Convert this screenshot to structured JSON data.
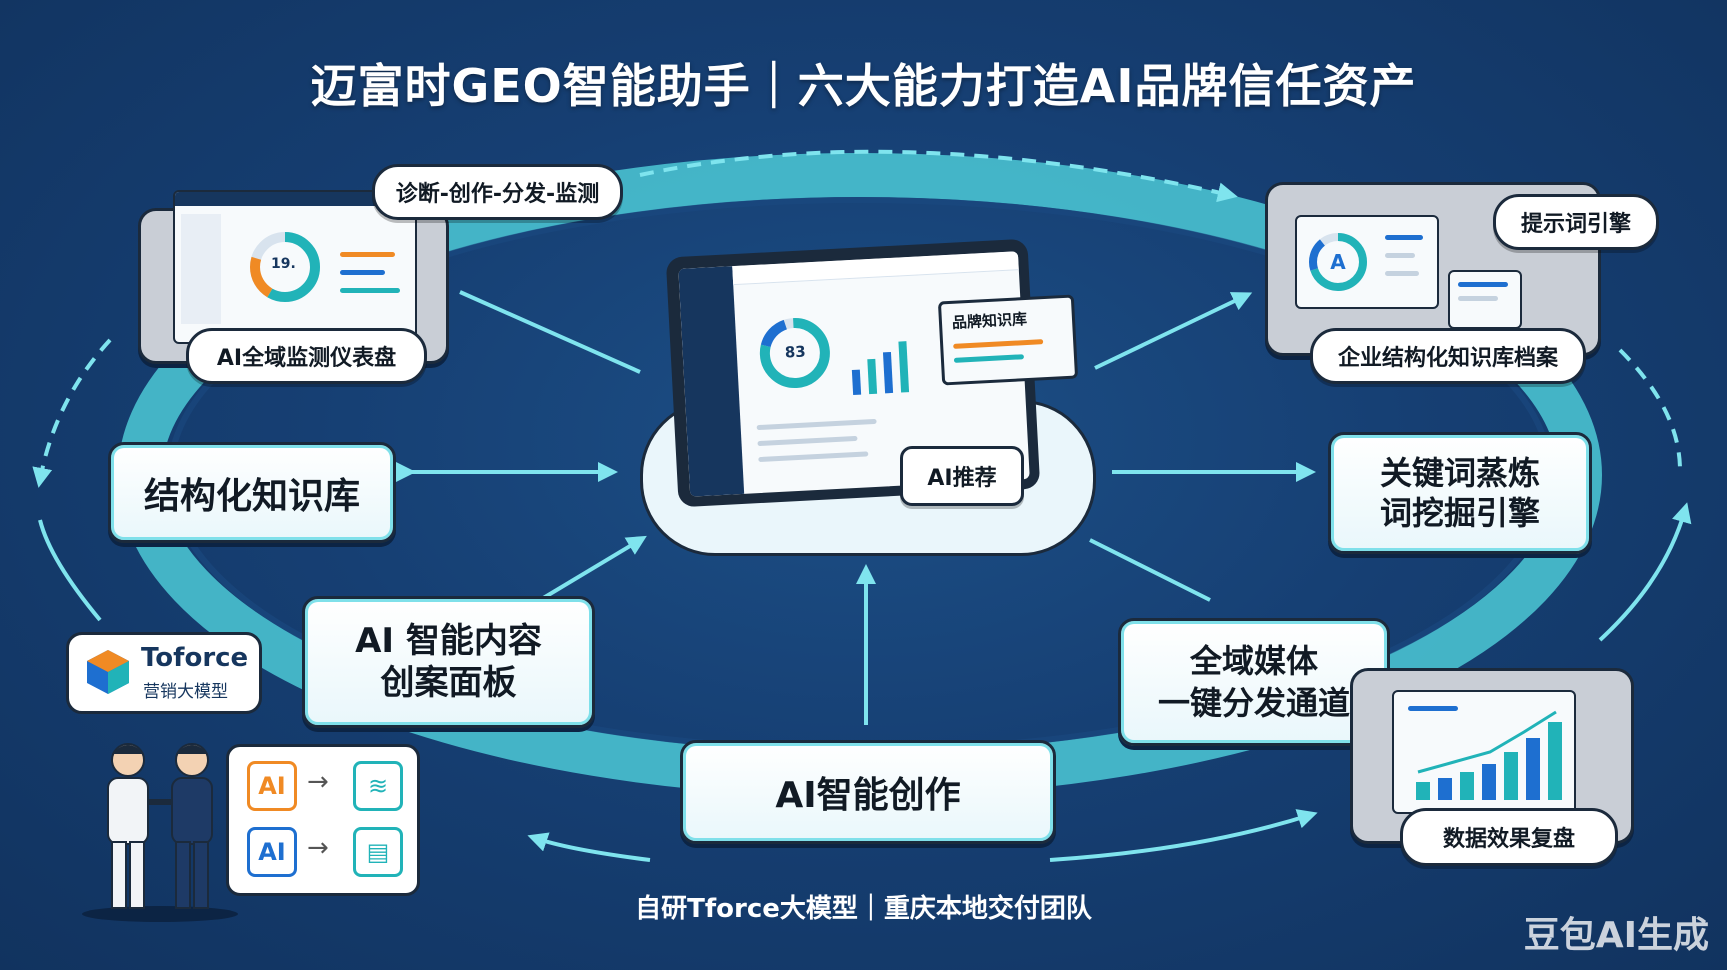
{
  "title": "迈富时GEO智能助手｜六大能力打造AI品牌信任资产",
  "bubbles": {
    "diagnose_flow": "诊断-创作-分发-监测",
    "prompt_engine": "提示词引擎",
    "ai_recommend": "AI推荐"
  },
  "devices": {
    "dashboard_label": "AI全域监测仪表盘",
    "kb_archive_label": "企业结构化知识库档案",
    "review_label": "数据效果复盘",
    "brand_kb_title": "品牌知识库",
    "gauge_left": "19.",
    "gauge_center": "83"
  },
  "capabilities": {
    "structured_kb": "结构化知识库",
    "keyword_line1": "关键词蒸炼",
    "keyword_line2": "词挖掘引擎",
    "content_line1": "AI 智能内容",
    "content_line2": "创案面板",
    "media_line1": "全域媒体",
    "media_line2": "一键分发通道",
    "ai_creation": "AI智能创作"
  },
  "brand": {
    "name": "Toforce",
    "subtitle": "营销大模型",
    "ai_tag_1": "AI",
    "ai_tag_2": "AI"
  },
  "footer": "自研Tforce大模型｜重庆本地交付团队",
  "watermark": "豆包AI生成",
  "colors": {
    "background": "#163f73",
    "ring": "#5fd4df",
    "arrow": "#7fe4ee",
    "accent_orange": "#f08a24",
    "accent_blue": "#1e6fd0",
    "accent_teal": "#21b3b8"
  }
}
